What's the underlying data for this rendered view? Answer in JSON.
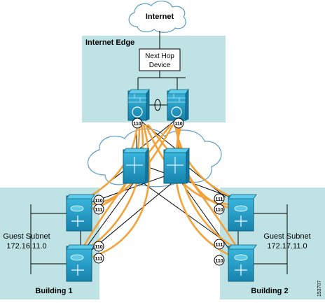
{
  "labels": {
    "internet": "Internet",
    "internet_edge": "Internet Edge",
    "next_hop_line1": "Next Hop",
    "next_hop_line2": "Device",
    "guest_subnet_left_line1": "Guest Subnet",
    "guest_subnet_left_line2": "172.16.11.0",
    "guest_subnet_right_line1": "Guest Subnet",
    "guest_subnet_right_line2": "172.17.11.0",
    "building1": "Building 1",
    "building2": "Building 2",
    "figure_id": "153707"
  },
  "tunnel_tags": {
    "fw_left": "110",
    "fw_right": "110",
    "b1_sw1_upper": "110",
    "b1_sw1_lower": "111",
    "b1_sw2_upper": "110",
    "b1_sw2_lower": "111",
    "b2_sw1_upper": "111",
    "b2_sw1_lower": "110",
    "b2_sw2_upper": "111",
    "b2_sw2_lower": "110"
  },
  "colors": {
    "zone_fill": "#bfe3e4",
    "device_fill": "#1e9fc9",
    "device_dark": "#12708f",
    "tunnel": "#f2a23a",
    "line": "#000000",
    "cloud_stroke": "#5a9fc8"
  }
}
